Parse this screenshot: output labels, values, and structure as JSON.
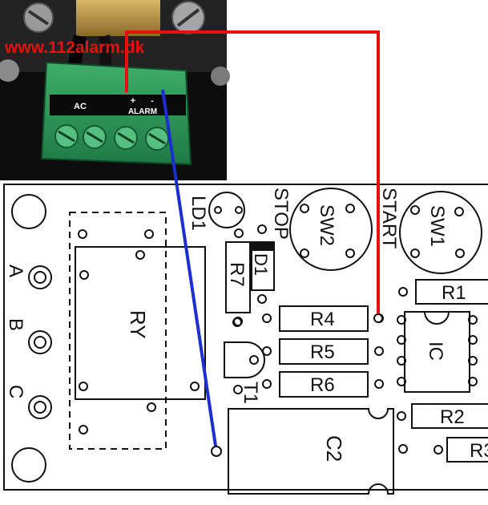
{
  "watermark": "www.112alarm.dk",
  "terminal_labels": {
    "ac": "AC",
    "plus": "+",
    "minus": "-",
    "alarm": "ALARM"
  },
  "components": {
    "ld1": "LD1",
    "stop": "STOP",
    "start": "START",
    "sw1": "SW1",
    "sw2": "SW2",
    "ry": "RY",
    "r1": "R1",
    "r2": "R2",
    "r3": "R3",
    "r4": "R4",
    "r5": "R5",
    "r6": "R6",
    "r7": "R7",
    "d1": "D1",
    "t1": "T1",
    "ic": "IC",
    "c2": "C2"
  },
  "contacts": {
    "a": "A",
    "b": "B",
    "c": "C"
  },
  "wires": {
    "red_color": "#e8100e",
    "blue_color": "#1b2fd0"
  }
}
